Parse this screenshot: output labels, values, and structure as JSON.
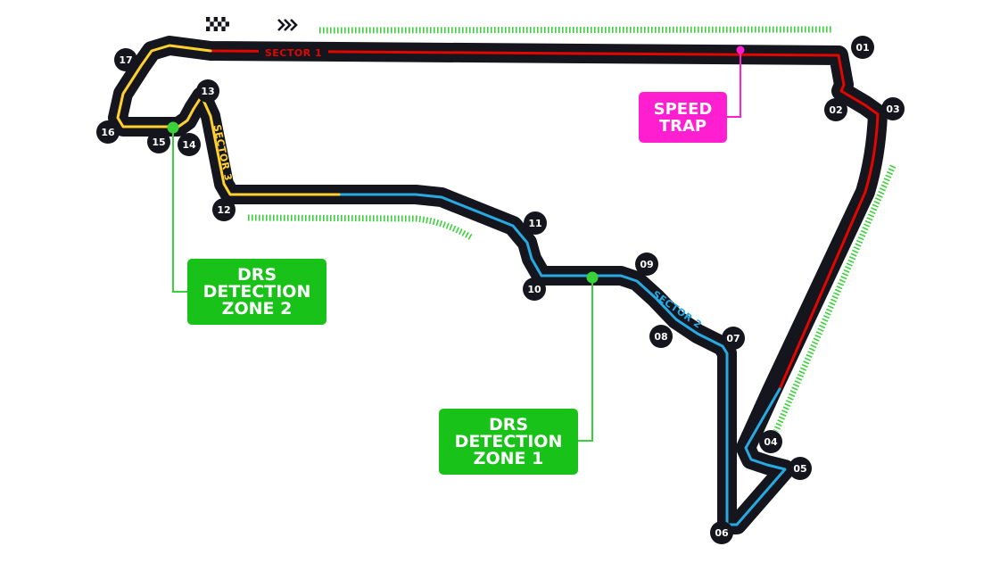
{
  "track": {
    "colors": {
      "asphalt": "#15151e",
      "sector1": "#e10600",
      "sector2": "#27a9e1",
      "sector3": "#ffd12e",
      "drs": "#3ad13a",
      "speed_trap": "#ff1fd1",
      "corner_badge": "#15151e"
    },
    "sectors": [
      {
        "label": "SECTOR 1"
      },
      {
        "label": "SECTOR 2"
      },
      {
        "label": "SECTOR 3"
      }
    ],
    "corners": [
      "01",
      "02",
      "03",
      "04",
      "05",
      "06",
      "07",
      "08",
      "09",
      "10",
      "11",
      "12",
      "13",
      "14",
      "15",
      "16",
      "17"
    ],
    "icons": {
      "start_finish": "chequered-flag-icon",
      "direction": "direction-chevrons-icon"
    }
  },
  "callouts": {
    "speed_trap": {
      "line1": "SPEED",
      "line2": "TRAP"
    },
    "drs_zone_1": {
      "line1": "DRS",
      "line2": "DETECTION",
      "line3": "ZONE 1"
    },
    "drs_zone_2": {
      "line1": "DRS",
      "line2": "DETECTION",
      "line3": "ZONE 2"
    }
  }
}
